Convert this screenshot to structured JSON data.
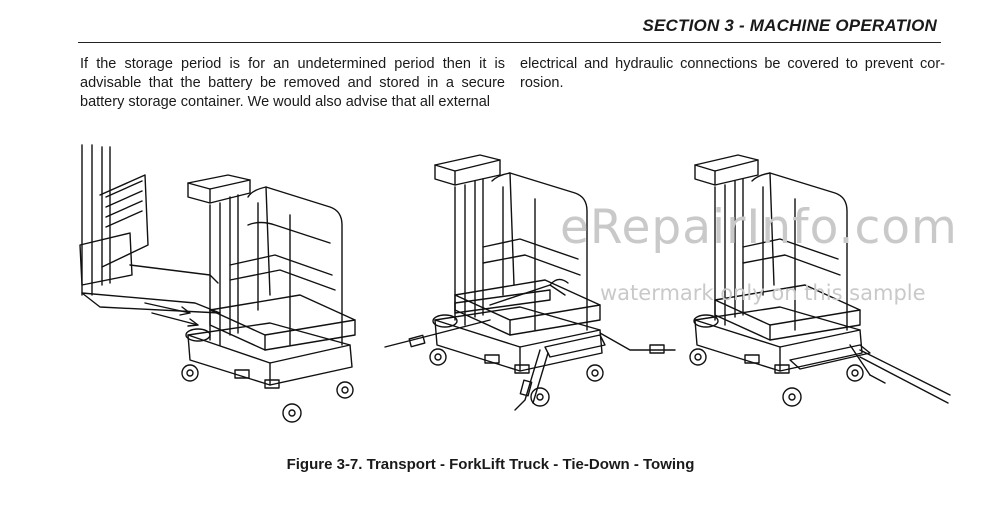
{
  "header": {
    "section_title": "SECTION 3 - MACHINE OPERATION"
  },
  "body_text": {
    "left": "If the storage period is for an undetermined period then it is advisable that the battery be removed and stored in a secure battery storage container. We would also advise that all external",
    "right": "electrical and hydraulic connections be covered to prevent cor-rosion."
  },
  "figure": {
    "caption": "Figure 3-7. Transport - ForkLift Truck - Tie-Down - Towing",
    "panels": [
      "forklift-truck",
      "tie-down",
      "towing"
    ]
  },
  "watermark": {
    "main": "eRepairInfo.com",
    "sub": "watermark only on this sample"
  }
}
